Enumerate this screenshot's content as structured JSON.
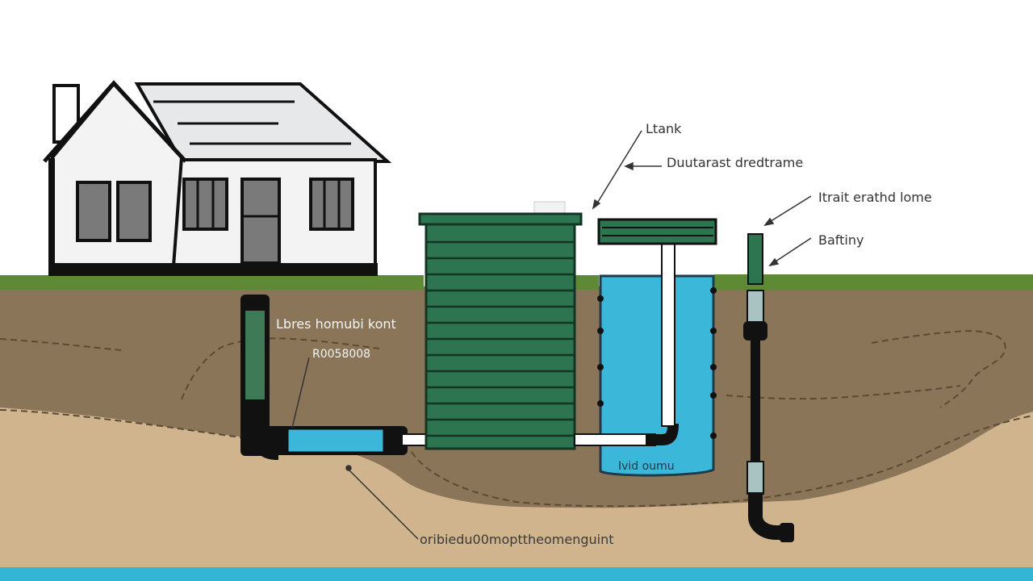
{
  "labels": {
    "tank": "Ltank",
    "outlet": "Duutarast dredtrame",
    "inlet_top": "Itrait erathd lome",
    "baffle": "Baftiny",
    "left_pipe": "Lbres homubi kont",
    "code": "R0058008",
    "trench": "Ivid oumu",
    "bottom": "oribiedu00mopttheomenguint"
  },
  "colors": {
    "grass": "#5e8a36",
    "topsoil": "#8b7558",
    "subsoil": "#d0b48e",
    "water": "#3bb7da",
    "tank": "#2d7550",
    "pipe": "#111111",
    "bottom_band": "#33b6d6"
  }
}
